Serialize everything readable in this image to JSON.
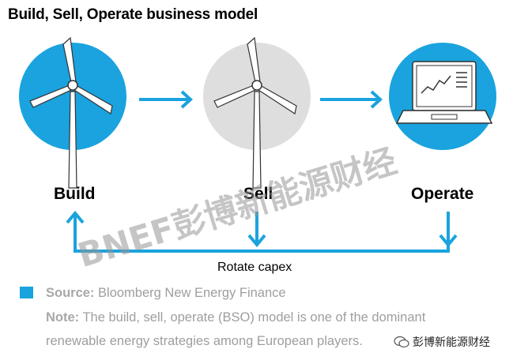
{
  "title": "Build, Sell, Operate business model",
  "stages": {
    "build": "Build",
    "sell": "Sell",
    "operate": "Operate"
  },
  "loop_label": "Rotate capex",
  "source": {
    "label": "Source:",
    "text": "Bloomberg New Energy Finance"
  },
  "note": {
    "label": "Note:",
    "line1": "The build, sell, operate (BSO) model is one of the dominant",
    "line2": "renewable energy strategies among European players."
  },
  "watermark": "BNEF彭博新能源财经",
  "wechat_account": "彭博新能源财经",
  "colors": {
    "accent": "#1aa3de",
    "gray_circle": "#dedede",
    "note_text": "#9e9e9e"
  },
  "icons": [
    "wind-turbine-icon",
    "laptop-chart-icon",
    "wechat-icon"
  ]
}
